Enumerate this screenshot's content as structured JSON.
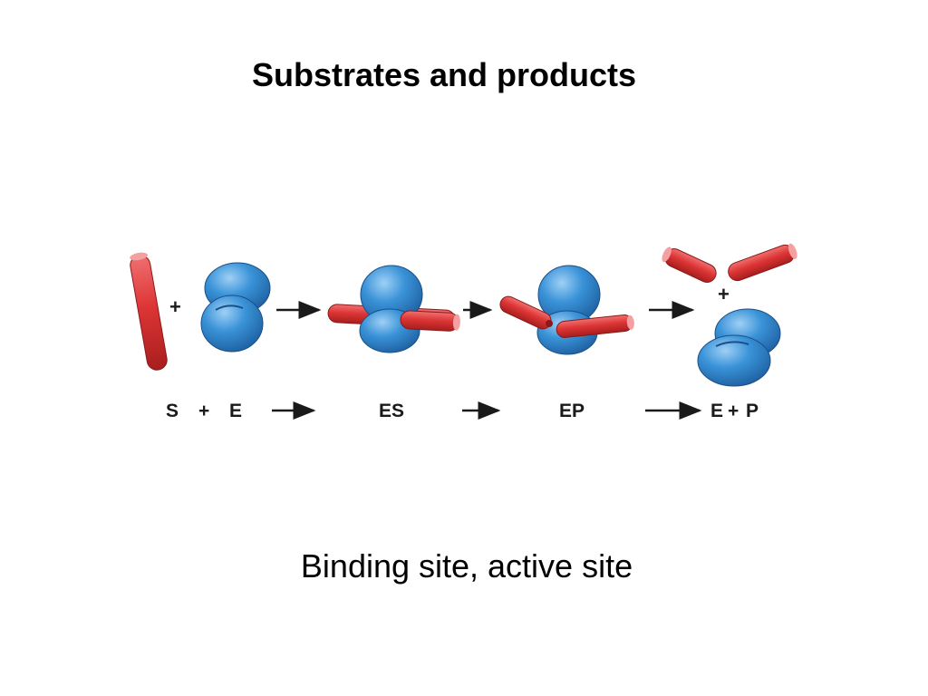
{
  "slide": {
    "title": "Substrates and products",
    "subtitle": "Binding site, active site"
  },
  "diagram": {
    "labels": {
      "s": "S",
      "plus1": "+",
      "e": "E",
      "es": "ES",
      "ep": "EP",
      "e2": "E",
      "plus2": "+",
      "p": "P"
    },
    "picture_plus_signs": [
      "+",
      "+"
    ],
    "colors": {
      "enzyme": "#2f86cf",
      "substrate": "#d83a3a",
      "arrow": "#1a1a1a"
    }
  }
}
